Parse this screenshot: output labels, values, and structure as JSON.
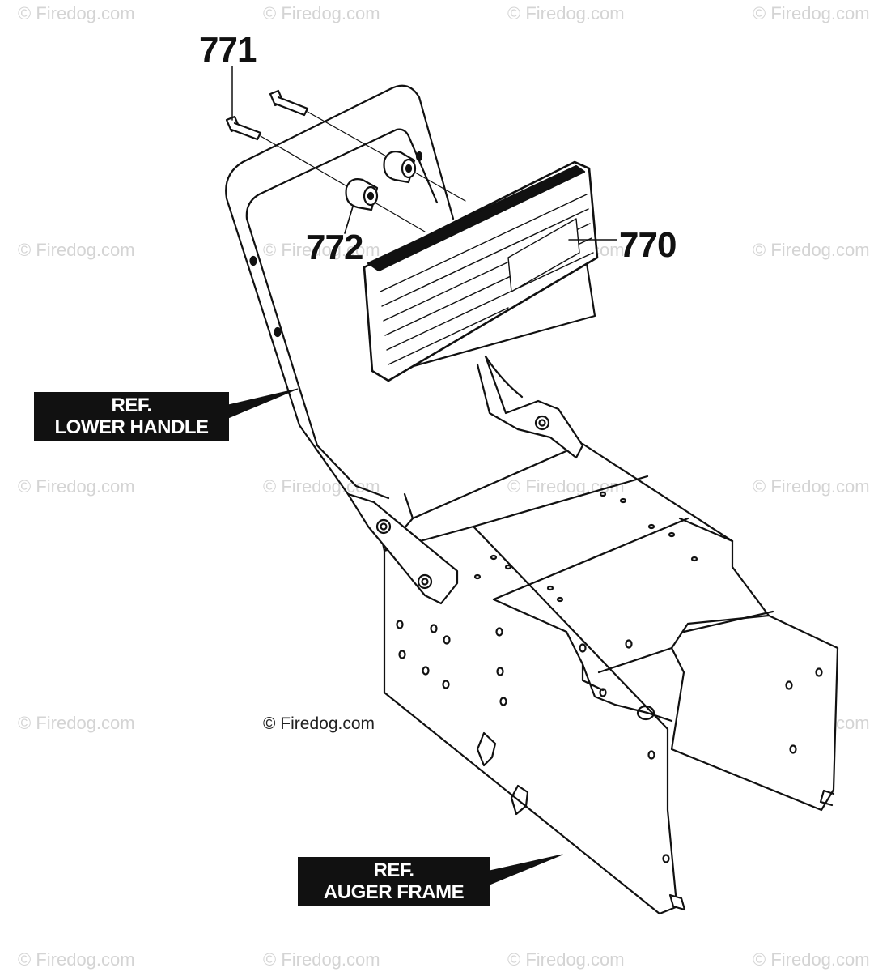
{
  "callouts": {
    "p770": "770",
    "p771": "771",
    "p772": "772"
  },
  "refs": {
    "lower_handle": {
      "line1": "REF.",
      "line2": "LOWER HANDLE"
    },
    "auger_frame": {
      "line1": "REF.",
      "line2": "AUGER FRAME"
    }
  },
  "credit": "© Firedog.com",
  "watermark": "© Firedog.com",
  "colors": {
    "ink": "#111111",
    "watermark": "#d4d4d4",
    "background": "#ffffff"
  }
}
